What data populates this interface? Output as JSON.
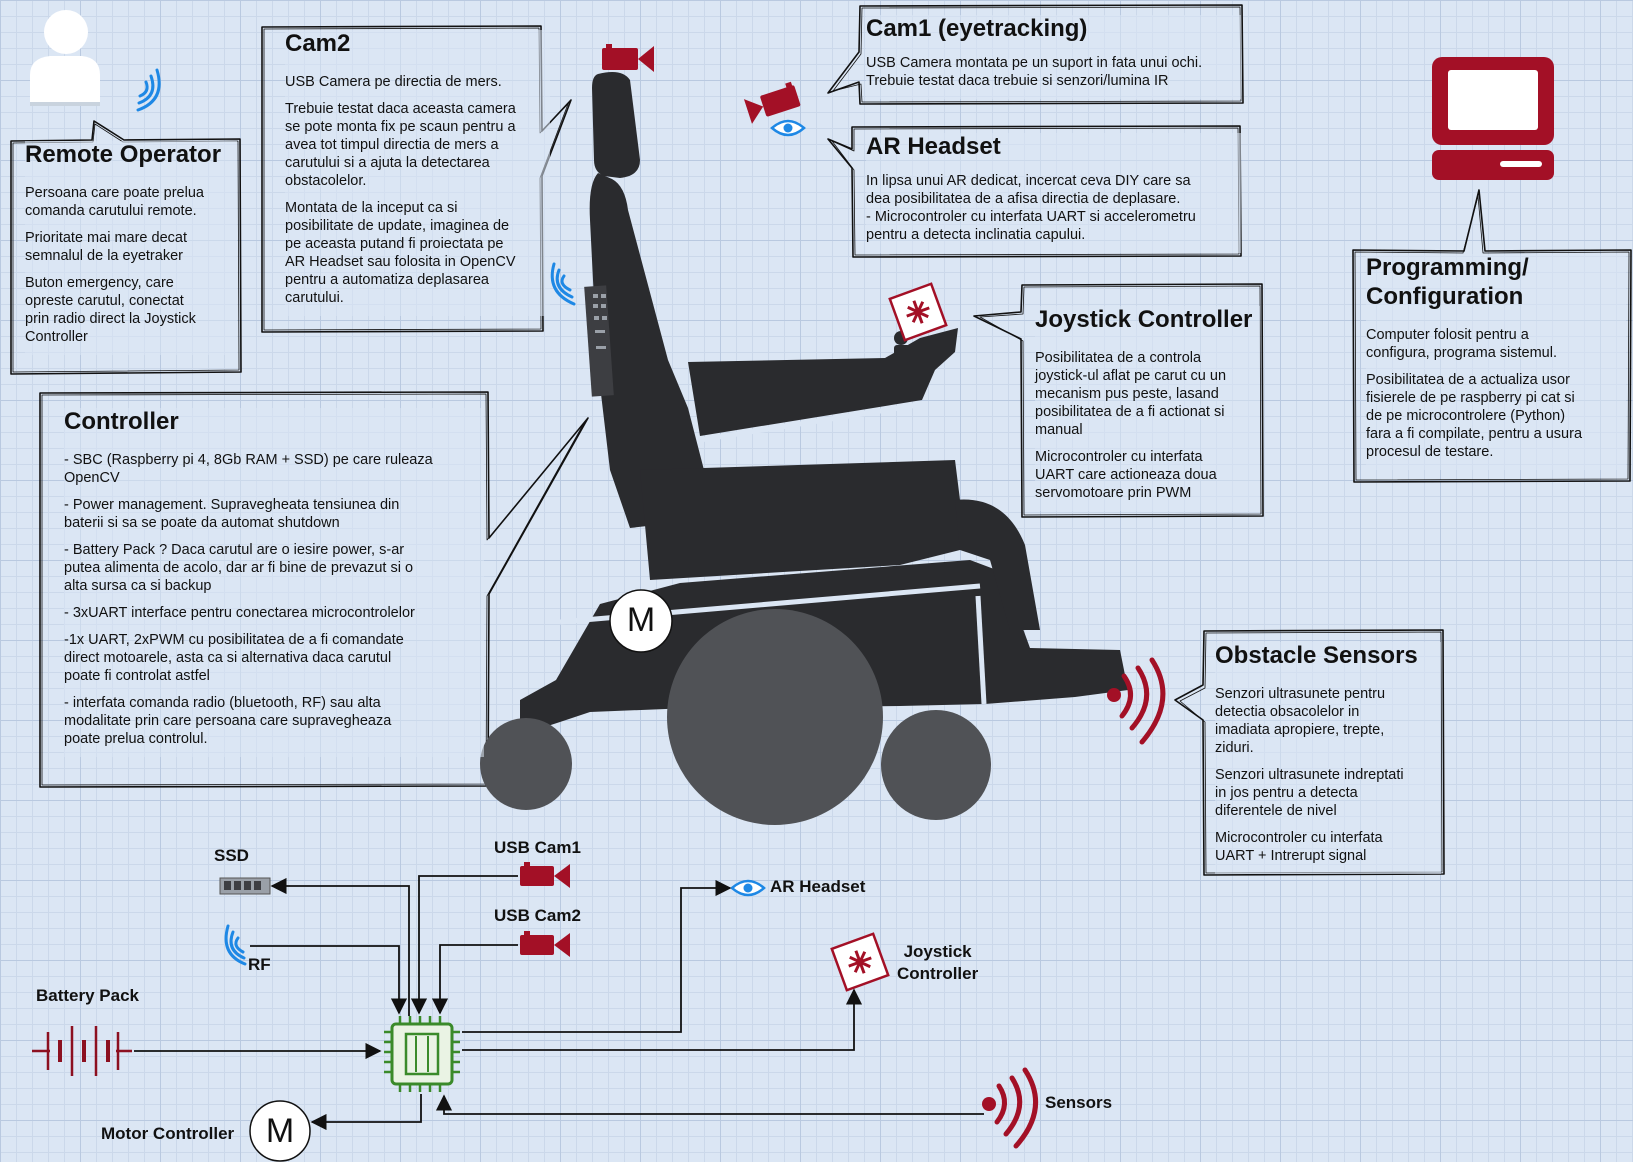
{
  "colors": {
    "accent_red": "#a31026",
    "wifi_blue": "#1e88e5",
    "chip_green": "#3a8a2a",
    "chair_dark": "#2a2b2e",
    "wheel_gray": "#505256"
  },
  "icons": [
    "user-icon",
    "wifi-icon",
    "camera-icon",
    "eye-icon",
    "monitor-icon",
    "joystick-icon",
    "ultrasonic-icon",
    "sbc-board-icon",
    "ssd-icon",
    "battery-icon",
    "microchip-icon",
    "motor-icon"
  ],
  "callouts": {
    "remote_operator": {
      "title": "Remote Operator",
      "paragraphs": [
        "Persoana care poate prelua\ncomanda carutului remote.",
        "Prioritate mai mare decat\nsemnalul de la eyetraker",
        "Buton emergency, care\nopreste carutul, conectat\nprin radio direct la Joystick\nController"
      ]
    },
    "cam2": {
      "title": "Cam2",
      "paragraphs": [
        "USB Camera pe directia de mers.",
        "Trebuie testat daca aceasta camera\nse pote monta fix pe scaun pentru a\navea tot timpul directia de mers a\ncarutului si a ajuta la detectarea\nobstacolelor.",
        "Montata de la inceput ca si\nposibilitate de update, imaginea de\npe aceasta putand fi proiectata pe\nAR Headset sau folosita in OpenCV\npentru a automatiza deplasarea\ncarutului."
      ]
    },
    "cam1": {
      "title": "Cam1 (eyetracking)",
      "paragraphs": [
        "USB Camera montata pe un suport in fata unui ochi.\nTrebuie testat daca trebuie si senzori/lumina IR"
      ]
    },
    "ar_headset": {
      "title": "AR Headset",
      "paragraphs": [
        "In lipsa unui AR dedicat, incercat ceva DIY care sa\ndea posibilitatea de a afisa directia de deplasare.\n- Microcontroler cu interfata UART si accelerometru\npentru a detecta inclinatia capului."
      ]
    },
    "programming": {
      "title": "Programming/\nConfiguration",
      "paragraphs": [
        "Computer folosit pentru a\nconfigura, programa sistemul.",
        "Posibilitatea de a actualiza usor\nfisierele de pe raspberry pi cat si\nde pe microcontrolere (Python)\nfara a fi compilate, pentru a usura\nprocesul de testare."
      ]
    },
    "joystick": {
      "title": "Joystick Controller",
      "paragraphs": [
        "Posibilitatea de a controla\njoystick-ul aflat pe carut cu un\nmecanism pus peste, lasand\nposibilitatea de a fi actionat si\nmanual",
        "Microcontroler cu interfata\nUART care actioneaza doua\nservomotoare prin PWM"
      ]
    },
    "controller": {
      "title": "Controller",
      "paragraphs": [
        "- SBC (Raspberry pi 4, 8Gb RAM + SSD) pe care ruleaza\nOpenCV",
        "- Power management. Supravegheata tensiunea din\nbaterii si sa se poate da automat shutdown",
        "- Battery Pack ? Daca carutul are o iesire power, s-ar\nputea alimenta de acolo, dar ar fi bine de prevazut si o\nalta sursa ca si backup",
        "- 3xUART interface pentru conectarea microcontrolelor",
        "-1x UART, 2xPWM cu posibilitatea de a fi comandate\ndirect motoarele, asta ca si alternativa daca carutul\npoate fi controlat astfel",
        "- interfata comanda radio (bluetooth, RF) sau alta\nmodalitate prin care persoana care supravegheaza\npoate prelua controlul."
      ]
    },
    "obstacle": {
      "title": "Obstacle Sensors",
      "paragraphs": [
        "Senzori ultrasunete pentru\ndetectia obsacolelor in\nimadiata apropiere, trepte,\nziduri.",
        "Senzori ultrasunete indreptati\nin jos pentru a detecta\ndiferentele de nivel",
        "Microcontroler cu interfata\nUART + Intrerupt signal"
      ]
    }
  },
  "chair": {
    "motor_label": "M"
  },
  "block_diagram": {
    "ssd": "SSD",
    "usb_cam1": "USB Cam1",
    "usb_cam2": "USB Cam2",
    "rf": "RF",
    "ar_headset": "AR Headset",
    "joystick": "Joystick\nController",
    "battery": "Battery Pack",
    "motor_controller": "Motor Controller",
    "motor_letter": "M",
    "sensors": "Sensors"
  }
}
